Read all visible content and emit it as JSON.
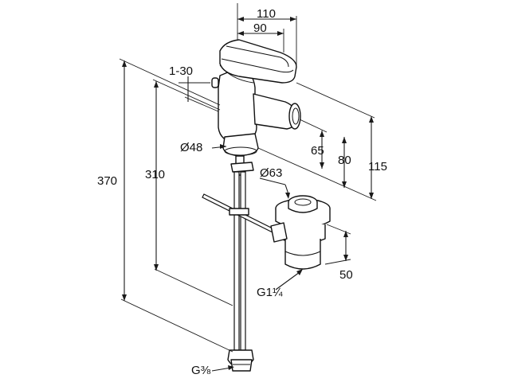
{
  "drawing": {
    "dimensions": {
      "width_total": "110",
      "width_spout": "90",
      "lever_angle": "1-30",
      "base_diameter": "Ø48",
      "spout_height": "65",
      "spout_clearance": "80",
      "lever_height": "115",
      "waste_diameter": "Ø63",
      "waste_height": "50",
      "waste_thread": "G1¼",
      "total_height": "370",
      "body_height": "310",
      "inlet_thread": "G⅜"
    }
  }
}
